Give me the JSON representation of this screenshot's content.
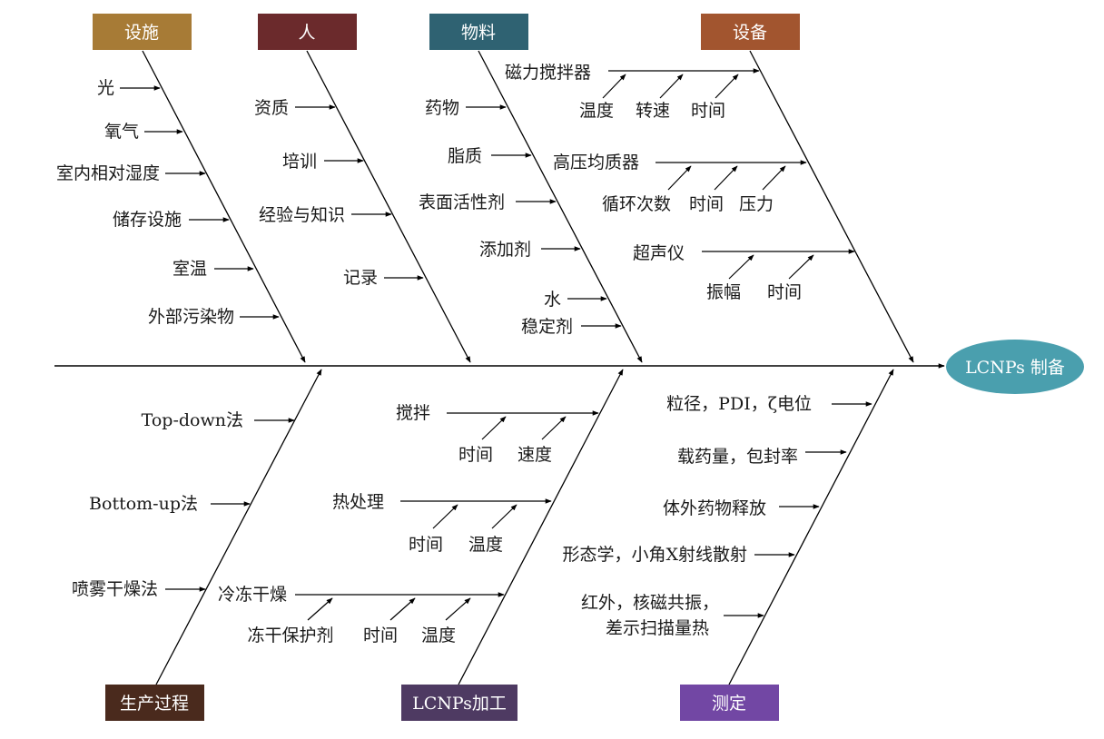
{
  "head_label": "LCNPs 制备",
  "colors": {
    "head_fill": "#4a9fae",
    "facility": "#a77b36",
    "people": "#6b2a2c",
    "material": "#2f6272",
    "equipment": "#a2552f",
    "production": "#4a2a1d",
    "processing": "#4e3a62",
    "measurement": "#7247a4"
  },
  "categories": {
    "facility": "设施",
    "people": "人",
    "material": "物料",
    "equipment": "设备",
    "production": "生产过程",
    "processing": "LCNPs加工",
    "measurement": "测定"
  },
  "facility_causes": [
    "光",
    "氧气",
    "室内相对湿度",
    "储存设施",
    "室温",
    "外部污染物"
  ],
  "people_causes": [
    "资质",
    "培训",
    "经验与知识",
    "记录"
  ],
  "material_causes": [
    "药物",
    "脂质",
    "表面活性剂",
    "添加剂",
    "水",
    "稳定剂"
  ],
  "equipment": {
    "stirrer": {
      "label": "磁力搅拌器",
      "subs": [
        "温度",
        "转速",
        "时间"
      ]
    },
    "homogenizer": {
      "label": "高压均质器",
      "subs": [
        "循环次数",
        "时间",
        "压力"
      ]
    },
    "ultrasound": {
      "label": "超声仪",
      "subs": [
        "振幅",
        "时间"
      ]
    }
  },
  "production_causes": [
    "Top-down法",
    "Bottom-up法",
    "喷雾干燥法"
  ],
  "processing": {
    "stirring": {
      "label": "搅拌",
      "subs": [
        "时间",
        "速度"
      ]
    },
    "heat": {
      "label": "热处理",
      "subs": [
        "时间",
        "温度"
      ]
    },
    "freeze": {
      "label": "冷冻干燥",
      "subs": [
        "冻干保护剂",
        "时间",
        "温度"
      ]
    }
  },
  "measurement_causes": [
    "粒径，PDI，ζ电位",
    "载药量，包封率",
    "体外药物释放",
    "形态学，小角X射线散射",
    "红外，核磁共振，",
    "差示扫描量热"
  ]
}
